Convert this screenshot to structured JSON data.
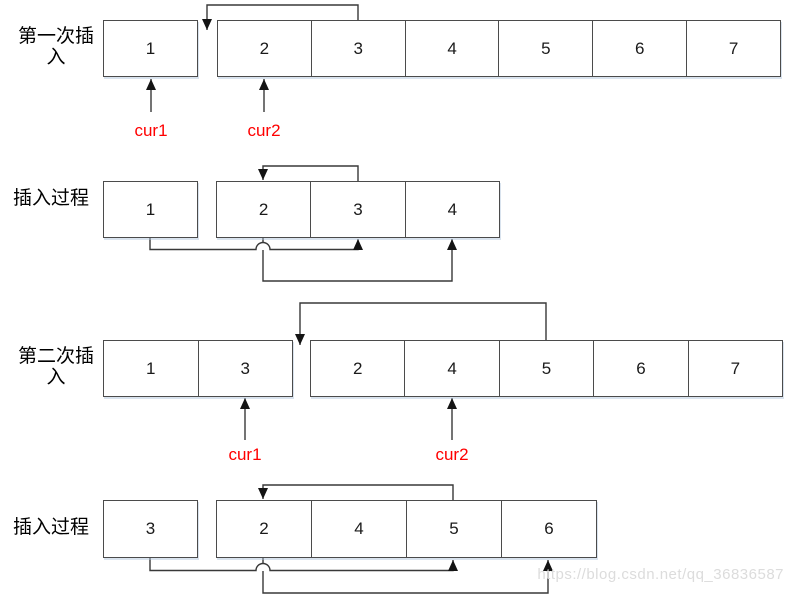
{
  "colors": {
    "line": "#383838",
    "arrowhead": "#141414",
    "box_border": "#4b4b4b",
    "pointer_label": "#ff0000",
    "watermark_text": "#dcdcdc"
  },
  "rows": {
    "row1": {
      "label_line1": "第一次插",
      "label_line2": "入",
      "single": "1",
      "cells": [
        "2",
        "3",
        "4",
        "5",
        "6",
        "7"
      ],
      "pointer1": "cur1",
      "pointer2": "cur2"
    },
    "row2": {
      "label": "插入过程",
      "single": "1",
      "cells": [
        "2",
        "3",
        "4"
      ]
    },
    "row3": {
      "label_line1": "第二次插",
      "label_line2": "入",
      "left_cells": [
        "1",
        "3"
      ],
      "right_cells": [
        "2",
        "4",
        "5",
        "6",
        "7"
      ],
      "pointer1": "cur1",
      "pointer2": "cur2"
    },
    "row4": {
      "label": "插入过程",
      "single": "3",
      "cells": [
        "2",
        "4",
        "5",
        "6"
      ]
    }
  },
  "watermark": "https://blog.csdn.net/qq_36836587"
}
